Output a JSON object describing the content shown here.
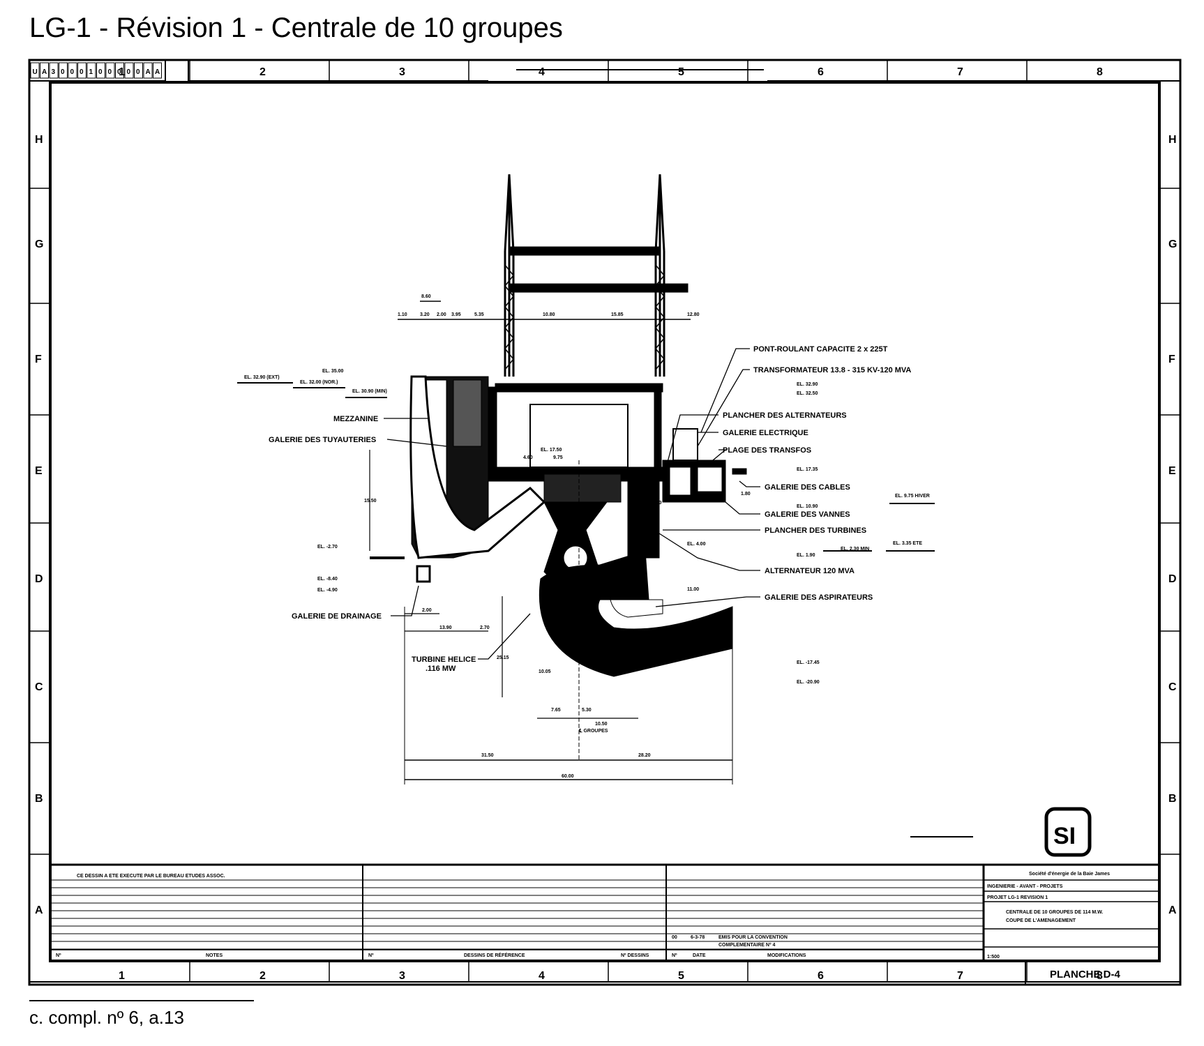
{
  "page": {
    "title": "LG-1 - Révision 1 - Centrale de 10 groupes",
    "footer_note": "c. compl. nº 6, a.13"
  },
  "frame": {
    "columns": [
      "1",
      "2",
      "3",
      "4",
      "5",
      "6",
      "7",
      "8"
    ],
    "rows": [
      "H",
      "G",
      "F",
      "E",
      "D",
      "C",
      "B",
      "A"
    ],
    "drawing_code_cells": [
      "U",
      "A",
      "3",
      "0",
      "0",
      "0",
      "1",
      "0",
      "0",
      "0",
      "0",
      "0",
      "A",
      "A"
    ]
  },
  "drawing": {
    "elevations": [
      "EL. 32.90 (EXT)",
      "EL. 35.00",
      "EL. 32.00 (NOR.)",
      "EL. 30.90 (MIN)",
      "EL. 32.90",
      "EL. 32.50",
      "EL. 17.35",
      "EL. 9.75 HIVER",
      "EL. 10.90",
      "EL. 10.90",
      "EL. 4.00",
      "EL. 1.90",
      "EL. 2.30 MIN",
      "EL. 3.35 ETE",
      "EL. -2.70",
      "EL. -8.40",
      "EL. -4.90",
      "EL. -17.45",
      "EL. -20.90",
      "EL. 17.50"
    ],
    "labels_left": [
      "MEZZANINE",
      "GALERIE DES TUYAUTERIES",
      "GALERIE DE DRAINAGE",
      "TURBINE HELICE",
      ".116 MW"
    ],
    "labels_right": [
      "PONT-ROULANT CAPACITE 2 x 225T",
      "TRANSFORMATEUR 13.8 - 315 KV-120 MVA",
      "PLANCHER DES ALTERNATEURS",
      "GALERIE ELECTRIQUE",
      "PLAGE DES TRANSFOS",
      "GALERIE DES CABLES",
      "GALERIE DES VANNES",
      "PLANCHER DES TURBINES",
      "ALTERNATEUR 120 MVA",
      "GALERIE DES ASPIRATEURS"
    ],
    "dimensions_top": [
      "1.10",
      "3.20",
      "2.00",
      "3.95",
      "5.35",
      "10.80",
      "15.85",
      "12.80",
      "8.60"
    ],
    "dimensions_bottom": [
      "2.00",
      "13.90",
      "2.70",
      "10.05",
      "7.65",
      "5.30",
      "10.50",
      "31.50",
      "28.20",
      "60.00",
      "15.50",
      "25.15",
      "11.00",
      "4.60",
      "9.75",
      "1.80"
    ],
    "centerline_label": "℄ GROUPES"
  },
  "logo": {
    "text": "SI"
  },
  "title_block": {
    "notes_line": "CE DESSIN A ETE EXECUTE PAR LE BUREAU ETUDES ASSOC.",
    "col_no": "Nº",
    "col_notes": "NOTES",
    "col_ref_drawings": "DESSINS DE RÉFÉRENCE",
    "col_ref_no": "Nº DESSINS",
    "col_date": "DATE",
    "col_modifications": "MODIFICATIONS",
    "rev_no": "00",
    "rev_date": "6-3-78",
    "rev_text_1": "EMIS POUR LA CONVENTION",
    "rev_text_2": "COMPLEMENTAIRE Nº 4",
    "company": "Société d'énergie de la Baie James",
    "department": "INGENIERIE - AVANT - PROJETS",
    "project": "PROJET LG-1 REVISION 1",
    "subject_1": "CENTRALE DE 10 GROUPES DE 114 M.W.",
    "subject_2": "COUPE DE L'AMENAGEMENT",
    "scale": "1:500",
    "sheet": "PLANCHE D-4"
  }
}
